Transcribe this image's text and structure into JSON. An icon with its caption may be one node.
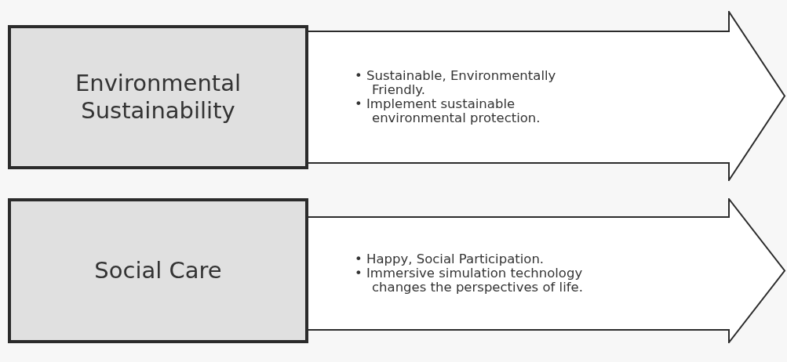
{
  "diagram": {
    "nodes": [
      {
        "text": [
          "Environmental Sustainability"
        ]
      },
      {
        "text": [
          "• Sustainable, Environmentally Friendly.",
          "• Implement sustainable environmental protection."
        ]
      },
      {
        "text": [
          "Social Care"
        ]
      },
      {
        "text": [
          "• Happy, Social Participation.",
          "• Immersive simulation technology changes the perspectives of life."
        ]
      }
    ]
  }
}
